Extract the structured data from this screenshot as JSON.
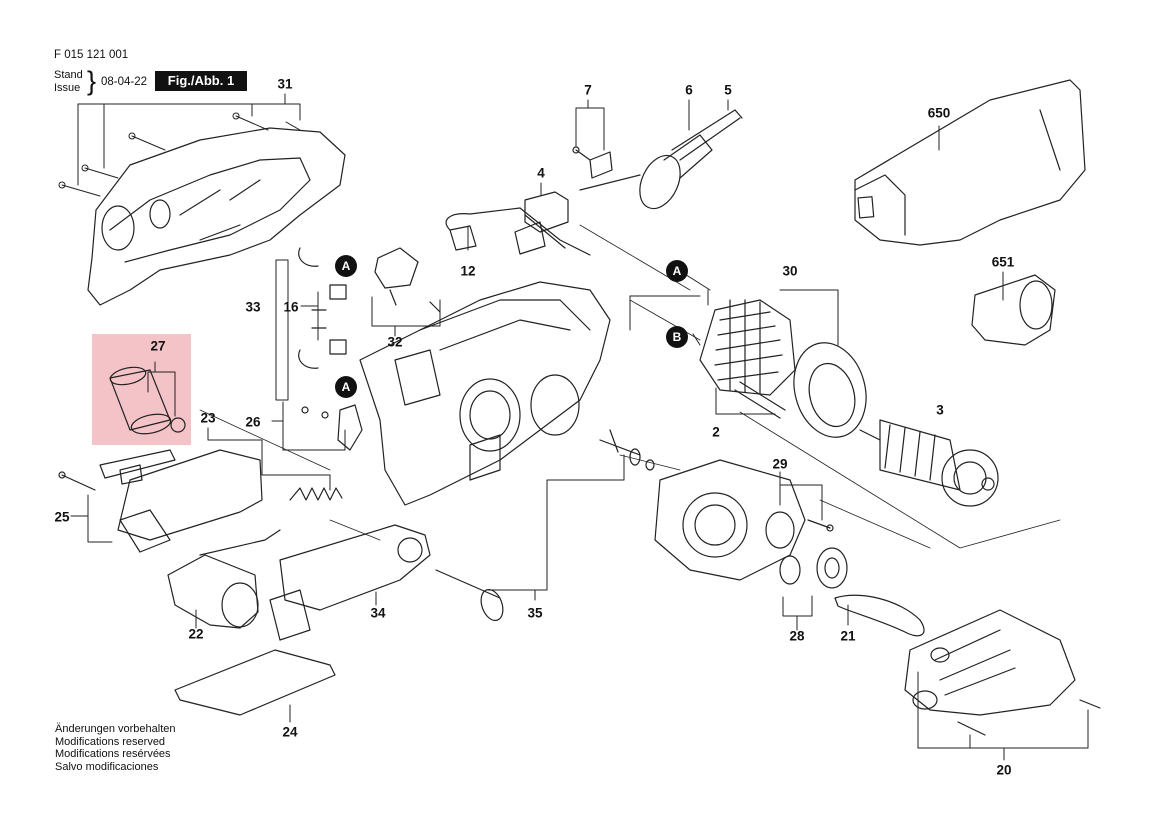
{
  "header": {
    "doc_number": "F 015 121 001",
    "stand_label": "Stand",
    "issue_label": "Issue",
    "date": "08-04-22",
    "figure": "Fig./Abb. 1"
  },
  "labels": {
    "p2": "2",
    "p3": "3",
    "p4": "4",
    "p5": "5",
    "p6": "6",
    "p7": "7",
    "p12": "12",
    "p16": "16",
    "p20": "20",
    "p21": "21",
    "p22": "22",
    "p23": "23",
    "p24": "24",
    "p25": "25",
    "p26": "26",
    "p27": "27",
    "p28": "28",
    "p29": "29",
    "p30": "30",
    "p31": "31",
    "p32": "32",
    "p33": "33",
    "p34": "34",
    "p35": "35",
    "p650": "650",
    "p651": "651"
  },
  "markers": {
    "a": "A",
    "b": "B"
  },
  "footer": {
    "line1": "Änderungen vorbehalten",
    "line2": "Modifications reserved",
    "line3": "Modifications resérvées",
    "line4": "Salvo modificaciones"
  },
  "colors": {
    "highlight": "#f4c3c8",
    "ink": "#111111"
  }
}
